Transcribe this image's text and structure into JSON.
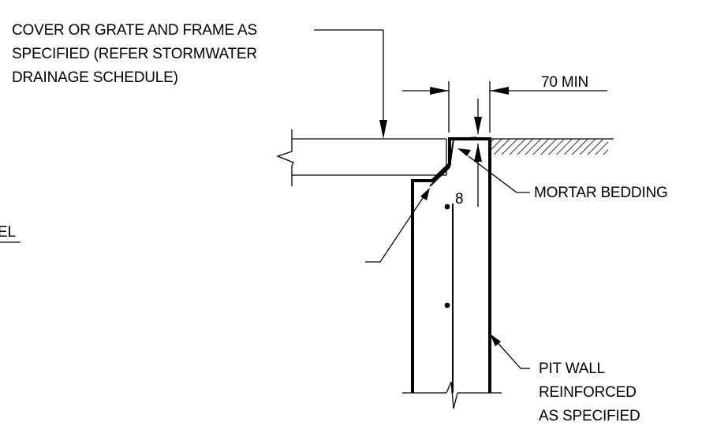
{
  "labels": {
    "cover_line1": "COVER OR GRATE AND FRAME AS",
    "cover_line2": "SPECIFIED (REFER STORMWATER",
    "cover_line3": "DRAINAGE SCHEDULE)",
    "dimension": "70 MIN",
    "mortar": "MORTAR BEDDING",
    "pit_line1": "PIT WALL",
    "pit_line2": "REINFORCED",
    "pit_line3": "AS SPECIFIED",
    "left_fragment": "EL",
    "small_dim": "8"
  }
}
